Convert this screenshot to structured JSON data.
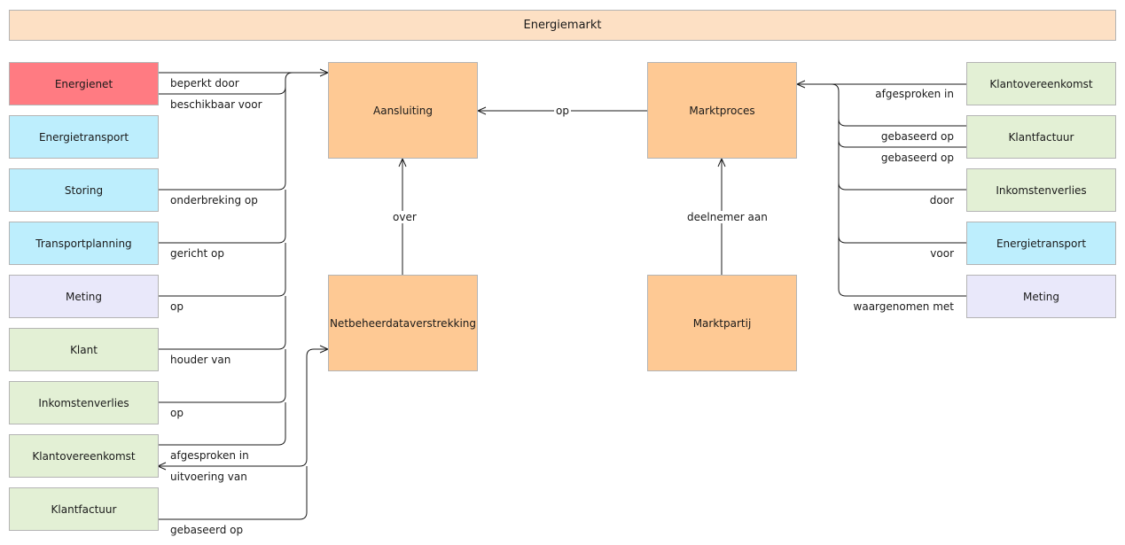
{
  "title": "Energiemarkt",
  "colors": {
    "title_fill": "#fde0c4",
    "core_fill": "#fec994",
    "red_fill": "#ff7b82",
    "blue_fill": "#bdeefd",
    "purple_fill": "#e9e8fa",
    "green_fill": "#e3f0d5"
  },
  "core": {
    "aansluiting": "Aansluiting",
    "marktproces": "Marktproces",
    "netbeheer": "Netbeheerdataverstrekking",
    "marktpartij": "Marktpartij"
  },
  "left": [
    {
      "label": "Energienet",
      "color": "red"
    },
    {
      "label": "Energietransport",
      "color": "blue"
    },
    {
      "label": "Storing",
      "color": "blue"
    },
    {
      "label": "Transportplanning",
      "color": "blue"
    },
    {
      "label": "Meting",
      "color": "purple"
    },
    {
      "label": "Klant",
      "color": "green"
    },
    {
      "label": "Inkomstenverlies",
      "color": "green"
    },
    {
      "label": "Klantovereenkomst",
      "color": "green"
    },
    {
      "label": "Klantfactuur",
      "color": "green"
    }
  ],
  "right": [
    {
      "label": "Klantovereenkomst",
      "color": "green"
    },
    {
      "label": "Klantfactuur",
      "color": "green"
    },
    {
      "label": "Inkomstenverlies",
      "color": "green"
    },
    {
      "label": "Energietransport",
      "color": "blue"
    },
    {
      "label": "Meting",
      "color": "purple"
    }
  ],
  "relations": {
    "beperkt_door": "beperkt door",
    "beschikbaar_voor": "beschikbaar voor",
    "onderbreking_op": "onderbreking op",
    "gericht_op": "gericht op",
    "op_meting": "op",
    "houder_van": "houder van",
    "op_inkomsten": "op",
    "afgesproken_in_left": "afgesproken in",
    "uitvoering_van": "uitvoering van",
    "gebaseerd_op_left": "gebaseerd op",
    "op_center": "op",
    "over": "over",
    "deelnemer_aan": "deelnemer aan",
    "afgesproken_in_right": "afgesproken in",
    "gebaseerd_op_right1": "gebaseerd op",
    "gebaseerd_op_right2": "gebaseerd op",
    "door": "door",
    "voor": "voor",
    "waargenomen_met": "waargenomen met"
  }
}
